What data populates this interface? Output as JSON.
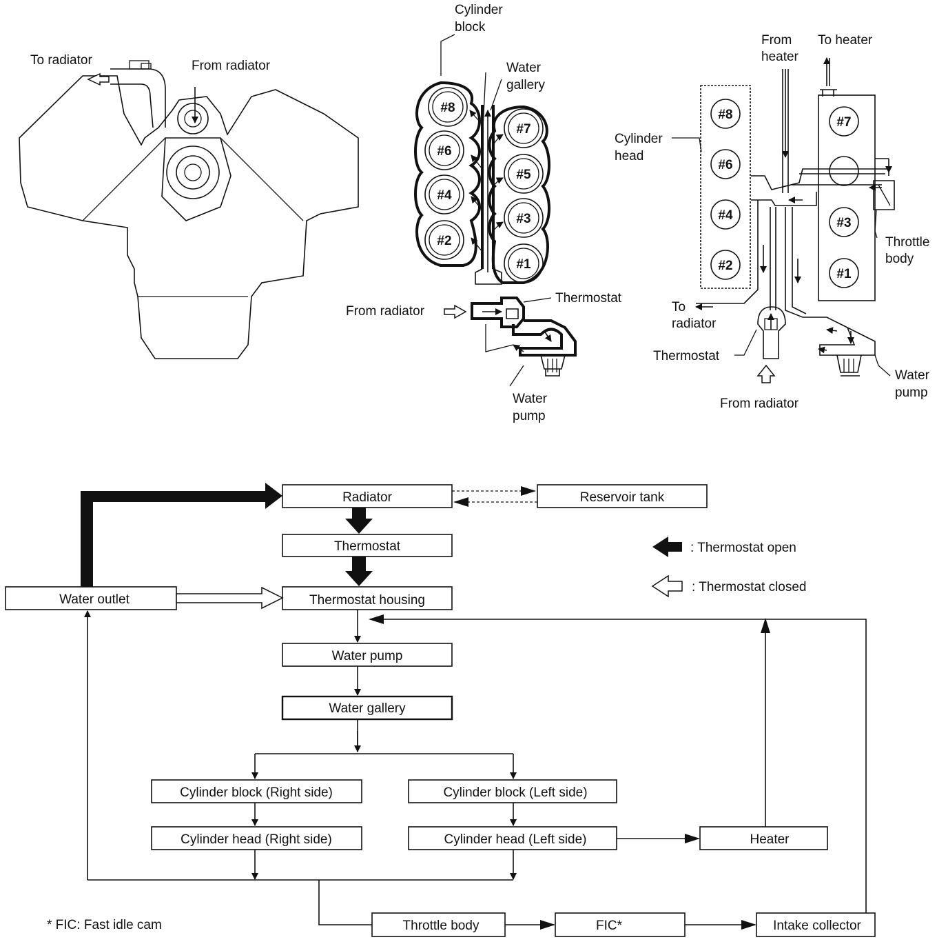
{
  "engine_front_view": {
    "to_radiator": "To radiator",
    "from_radiator": "From radiator"
  },
  "cylinder_block_view": {
    "cylinder_block": [
      "Cylinder",
      "block"
    ],
    "water_gallery": [
      "Water",
      "gallery"
    ],
    "from_radiator": "From radiator",
    "thermostat": "Thermostat",
    "water_pump": [
      "Water",
      "pump"
    ],
    "cylinders_left": [
      "#8",
      "#6",
      "#4",
      "#2"
    ],
    "cylinders_right": [
      "#7",
      "#5",
      "#3",
      "#1"
    ]
  },
  "cylinder_head_view": {
    "from_heater": [
      "From",
      "heater"
    ],
    "to_heater": "To heater",
    "cylinder_head": [
      "Cylinder",
      "head"
    ],
    "throttle_body": [
      "Throttle",
      "body"
    ],
    "to_radiator": [
      "To",
      "radiator"
    ],
    "thermostat": "Thermostat",
    "from_radiator": "From radiator",
    "water_pump": [
      "Water",
      "pump"
    ],
    "cylinders_left": [
      "#8",
      "#6",
      "#4",
      "#2"
    ],
    "cylinders_right": [
      "#7",
      "#3",
      "#1"
    ]
  },
  "flow_chart": {
    "radiator": "Radiator",
    "reservoir_tank": "Reservoir tank",
    "thermostat": "Thermostat",
    "water_outlet": "Water outlet",
    "thermostat_housing": "Thermostat housing",
    "water_pump": "Water pump",
    "water_gallery": "Water gallery",
    "cyl_block_right": "Cylinder block (Right side)",
    "cyl_block_left": "Cylinder block (Left side)",
    "cyl_head_right": "Cylinder head (Right side)",
    "cyl_head_left": "Cylinder head (Left side)",
    "heater": "Heater",
    "throttle_body": "Throttle body",
    "fic": "FIC*",
    "intake_collector": "Intake collector"
  },
  "legend": {
    "open": ": Thermostat open",
    "closed": ": Thermostat closed"
  },
  "footnote": "* FIC: Fast idle cam"
}
